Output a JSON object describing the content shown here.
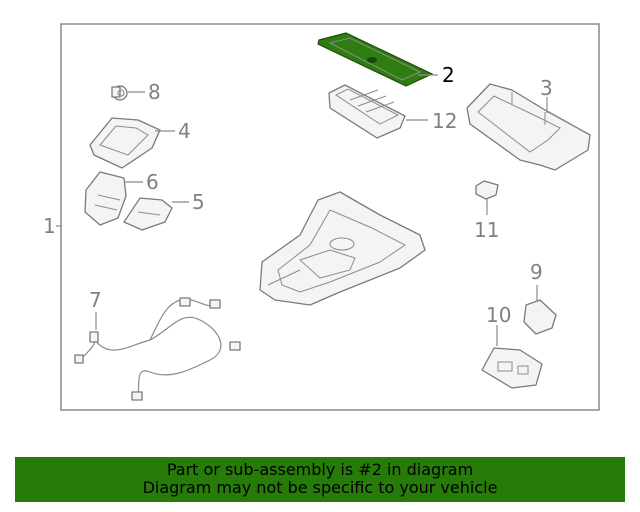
{
  "diagram": {
    "assembly_label": "1",
    "highlight_color": "#2e7d10",
    "parts": [
      {
        "callout": "2",
        "highlighted": true
      },
      {
        "callout": "3",
        "highlighted": false
      },
      {
        "callout": "4",
        "highlighted": false
      },
      {
        "callout": "5",
        "highlighted": false
      },
      {
        "callout": "6",
        "highlighted": false
      },
      {
        "callout": "7",
        "highlighted": false
      },
      {
        "callout": "8",
        "highlighted": false
      },
      {
        "callout": "9",
        "highlighted": false
      },
      {
        "callout": "10",
        "highlighted": false
      },
      {
        "callout": "11",
        "highlighted": false
      },
      {
        "callout": "12",
        "highlighted": false
      }
    ]
  },
  "footer": {
    "line1": "Part or sub-assembly is #2 in diagram",
    "line2": "Diagram may not be specific to your vehicle",
    "background": "#267b09"
  }
}
